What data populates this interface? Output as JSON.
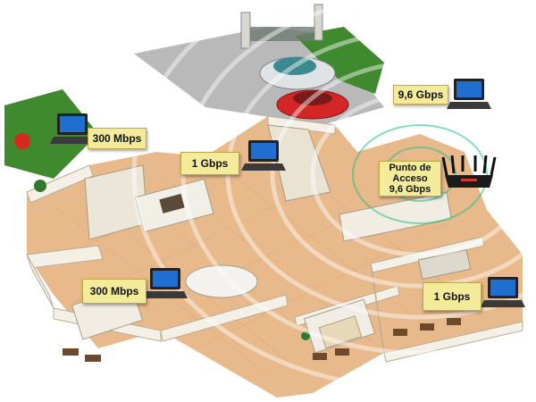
{
  "labels": {
    "laptop_top_right": "9,6 Gbps",
    "laptop_left": "300 Mbps",
    "laptop_center": "1 Gbps",
    "laptop_bottom_left": "300 Mbps",
    "laptop_bottom_right": "1 Gbps"
  },
  "access_point": {
    "line1": "Punto de",
    "line2": "Acceso",
    "line3": "9,6 Gbps"
  },
  "colors": {
    "label_bg": "#f3eb9a",
    "floor": "#e8b98a",
    "wall": "#f4f0e6",
    "grass": "#3f8a2e",
    "signal": "#2bbf8a"
  },
  "icons": [
    "laptop-icon",
    "router-icon",
    "car-icon",
    "wifi-signal-icon"
  ]
}
